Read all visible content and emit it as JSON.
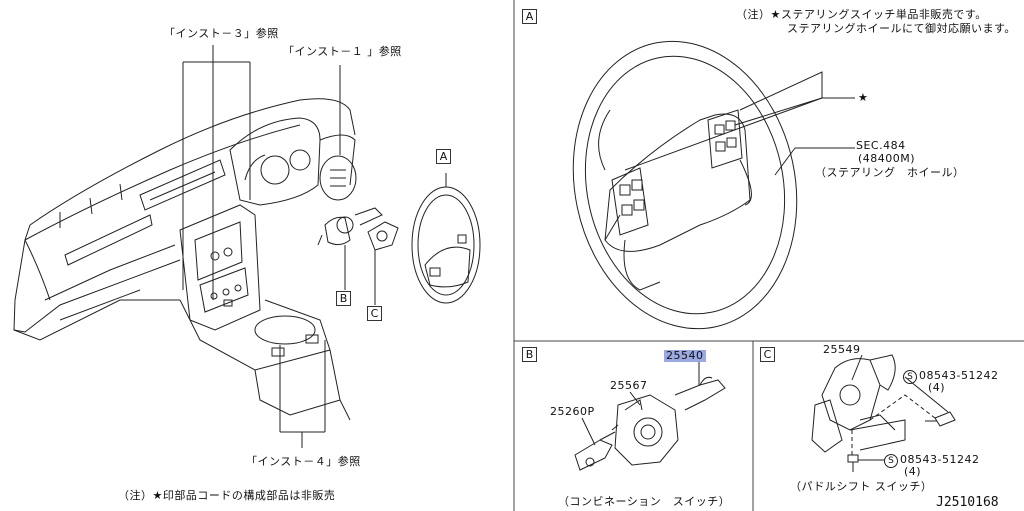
{
  "labels": {
    "inst3": "「インスト－３」参照",
    "inst1": "「インスト－１ 」参照",
    "inst4": "「インスト－４」参照",
    "note_bottom": "（注）★印部品コードの構成部品は非販売",
    "note_top_1": "（注）★ステアリングスイッチ単品非販売です。",
    "note_top_2": "ステアリングホイールにて御対応願います。",
    "star": "★",
    "sec_ref": "SEC.484",
    "sec_part": "(48400M)",
    "sec_name": "（ステアリング　ホイール）",
    "combo_caption": "（コンビネーション　スイッチ）",
    "paddle_caption": "（パドルシフト スイッチ）",
    "diagram_id": "J2510168"
  },
  "callouts": {
    "overview_a": "A",
    "overview_b": "B",
    "overview_c": "C",
    "panel_a": "A",
    "panel_b": "B",
    "panel_c": "C"
  },
  "parts": {
    "p25540": "25540",
    "p25567": "25567",
    "p25260p": "25260P",
    "p25549": "25549",
    "screw1": "08543-51242",
    "screw1_qty": "(4)",
    "screw2": "08543-51242",
    "screw2_qty": "(4)",
    "screw_symbol": "S"
  },
  "colors": {
    "line": "#222222",
    "highlight": "#9aa9e0"
  }
}
